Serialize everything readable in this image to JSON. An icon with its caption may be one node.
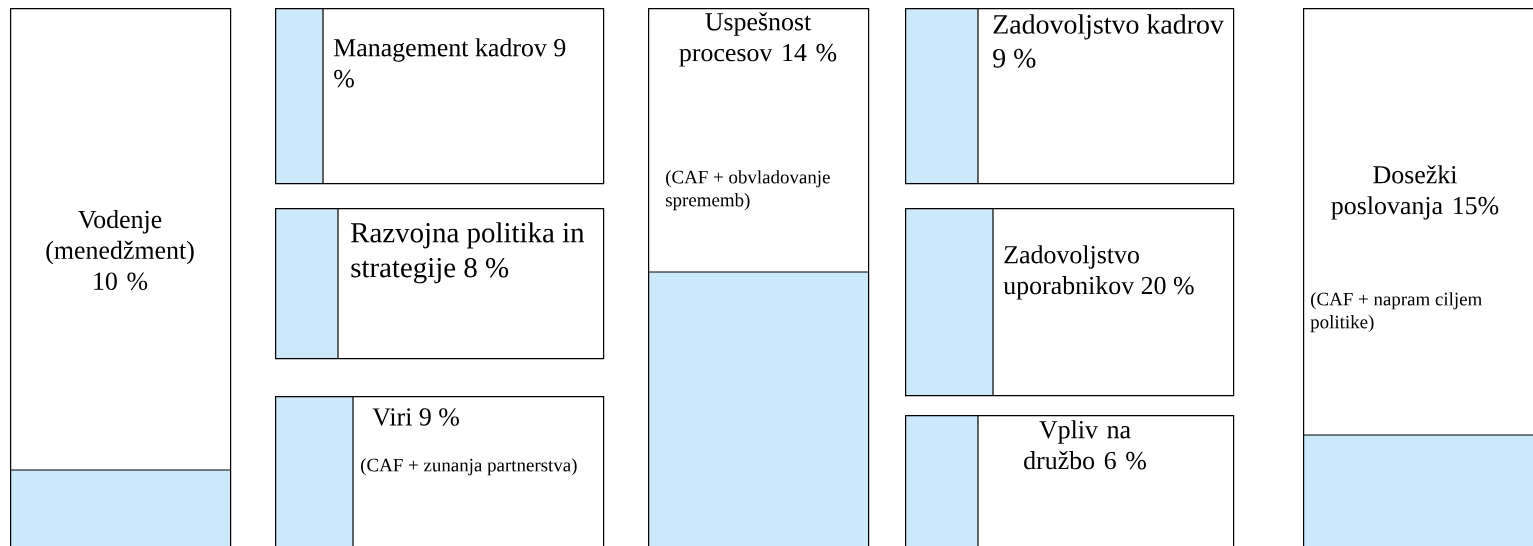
{
  "diagram": {
    "nodes": [
      {
        "text": [
          "Vodenje (menedžment) 10 %"
        ]
      },
      {
        "text": [
          "Management kadrov 9 %"
        ]
      },
      {
        "text": [
          "Razvojna politika in strategije 8 %"
        ]
      },
      {
        "text": [
          "Viri 9 %",
          "(CAF + zunanja partnerstva)"
        ]
      },
      {
        "text": [
          "Uspešnost procesov 14 %",
          "(CAF + obvladovanje sprememb)"
        ]
      },
      {
        "text": [
          "Zadovoljstvo kadrov 9 %"
        ]
      },
      {
        "text": [
          "Zadovoljstvo uporabnikov 20 %"
        ]
      },
      {
        "text": [
          "Vpliv na družbo 6 %"
        ]
      },
      {
        "text": [
          "Dosežki poslovanja 15%",
          "(CAF + napram ciljem politike)"
        ]
      }
    ]
  }
}
